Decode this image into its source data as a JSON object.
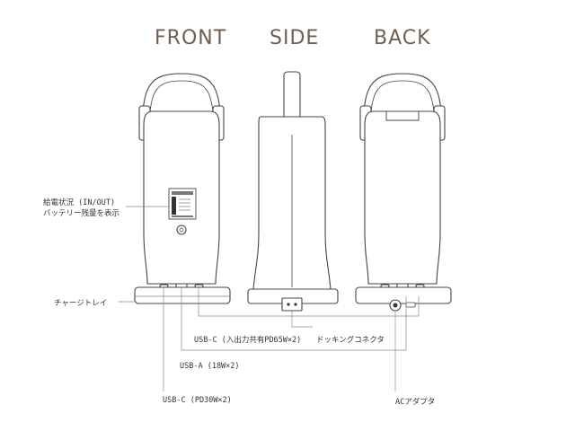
{
  "views": {
    "front": "FRONT",
    "side": "SIDE",
    "back": "BACK"
  },
  "labels": {
    "status_line1": "給電状況 (IN/OUT)",
    "status_line2": "バッテリー残量を表示",
    "charge_tray": "チャージトレイ",
    "docking_connector": "ドッキングコネクタ",
    "usb_c_io": "USB-C (入出力共有PD65W×2)",
    "usb_a": "USB-A (18W×2)",
    "usb_c_out": "USB-C (PD30W×2)",
    "ac_adapter": "ACアダプタ"
  },
  "colors": {
    "heading": "#6e5f52",
    "outline": "#444444",
    "leader": "#8a8a8a"
  }
}
